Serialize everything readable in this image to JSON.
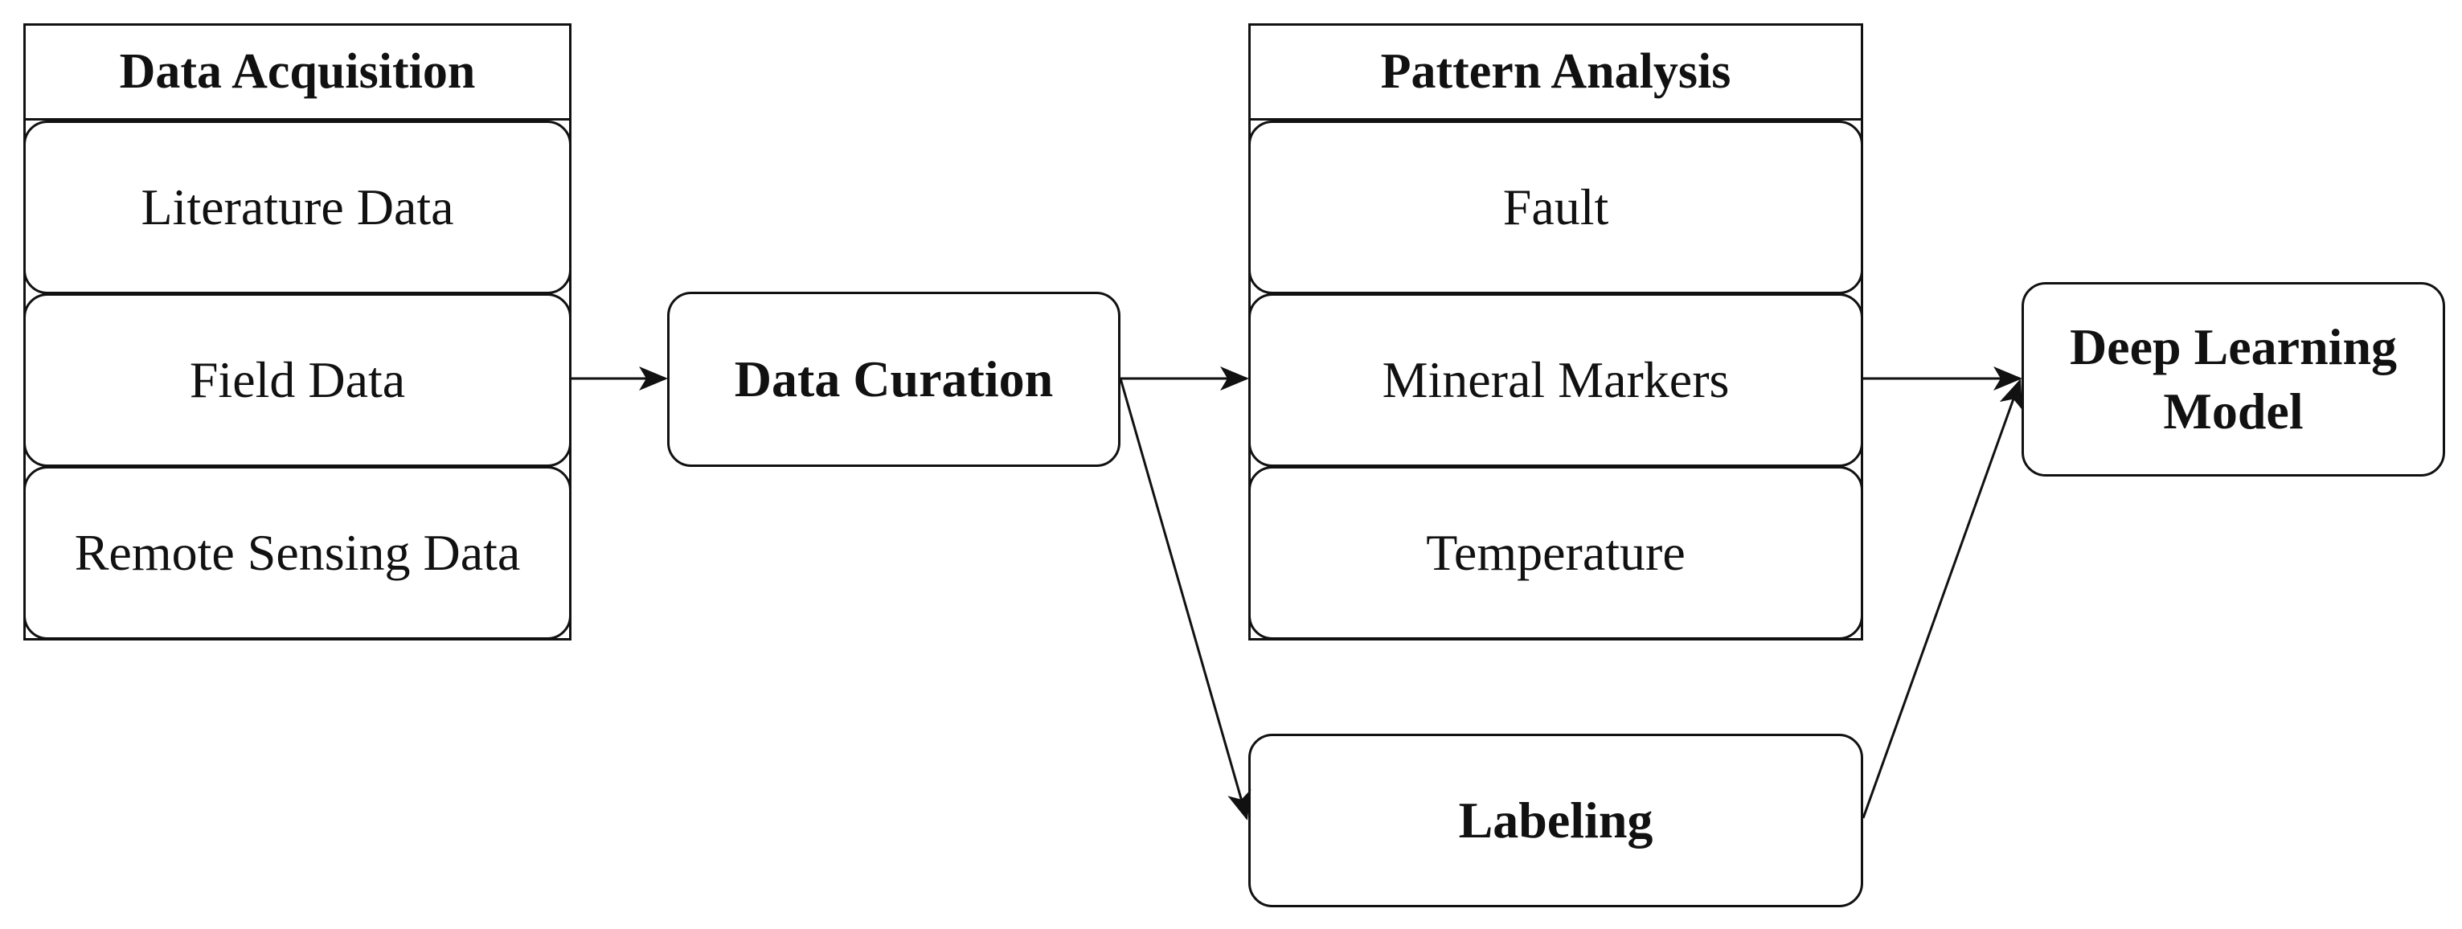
{
  "acquisition": {
    "title": "Data Acquisition",
    "items": [
      "Literature Data",
      "Field Data",
      "Remote Sensing Data"
    ]
  },
  "curation": {
    "label": "Data Curation"
  },
  "pattern": {
    "title": "Pattern Analysis",
    "items": [
      "Fault",
      "Mineral Markers",
      "Temperature"
    ]
  },
  "labeling": {
    "label": "Labeling"
  },
  "model": {
    "line1": "Deep Learning",
    "line2": "Model"
  }
}
